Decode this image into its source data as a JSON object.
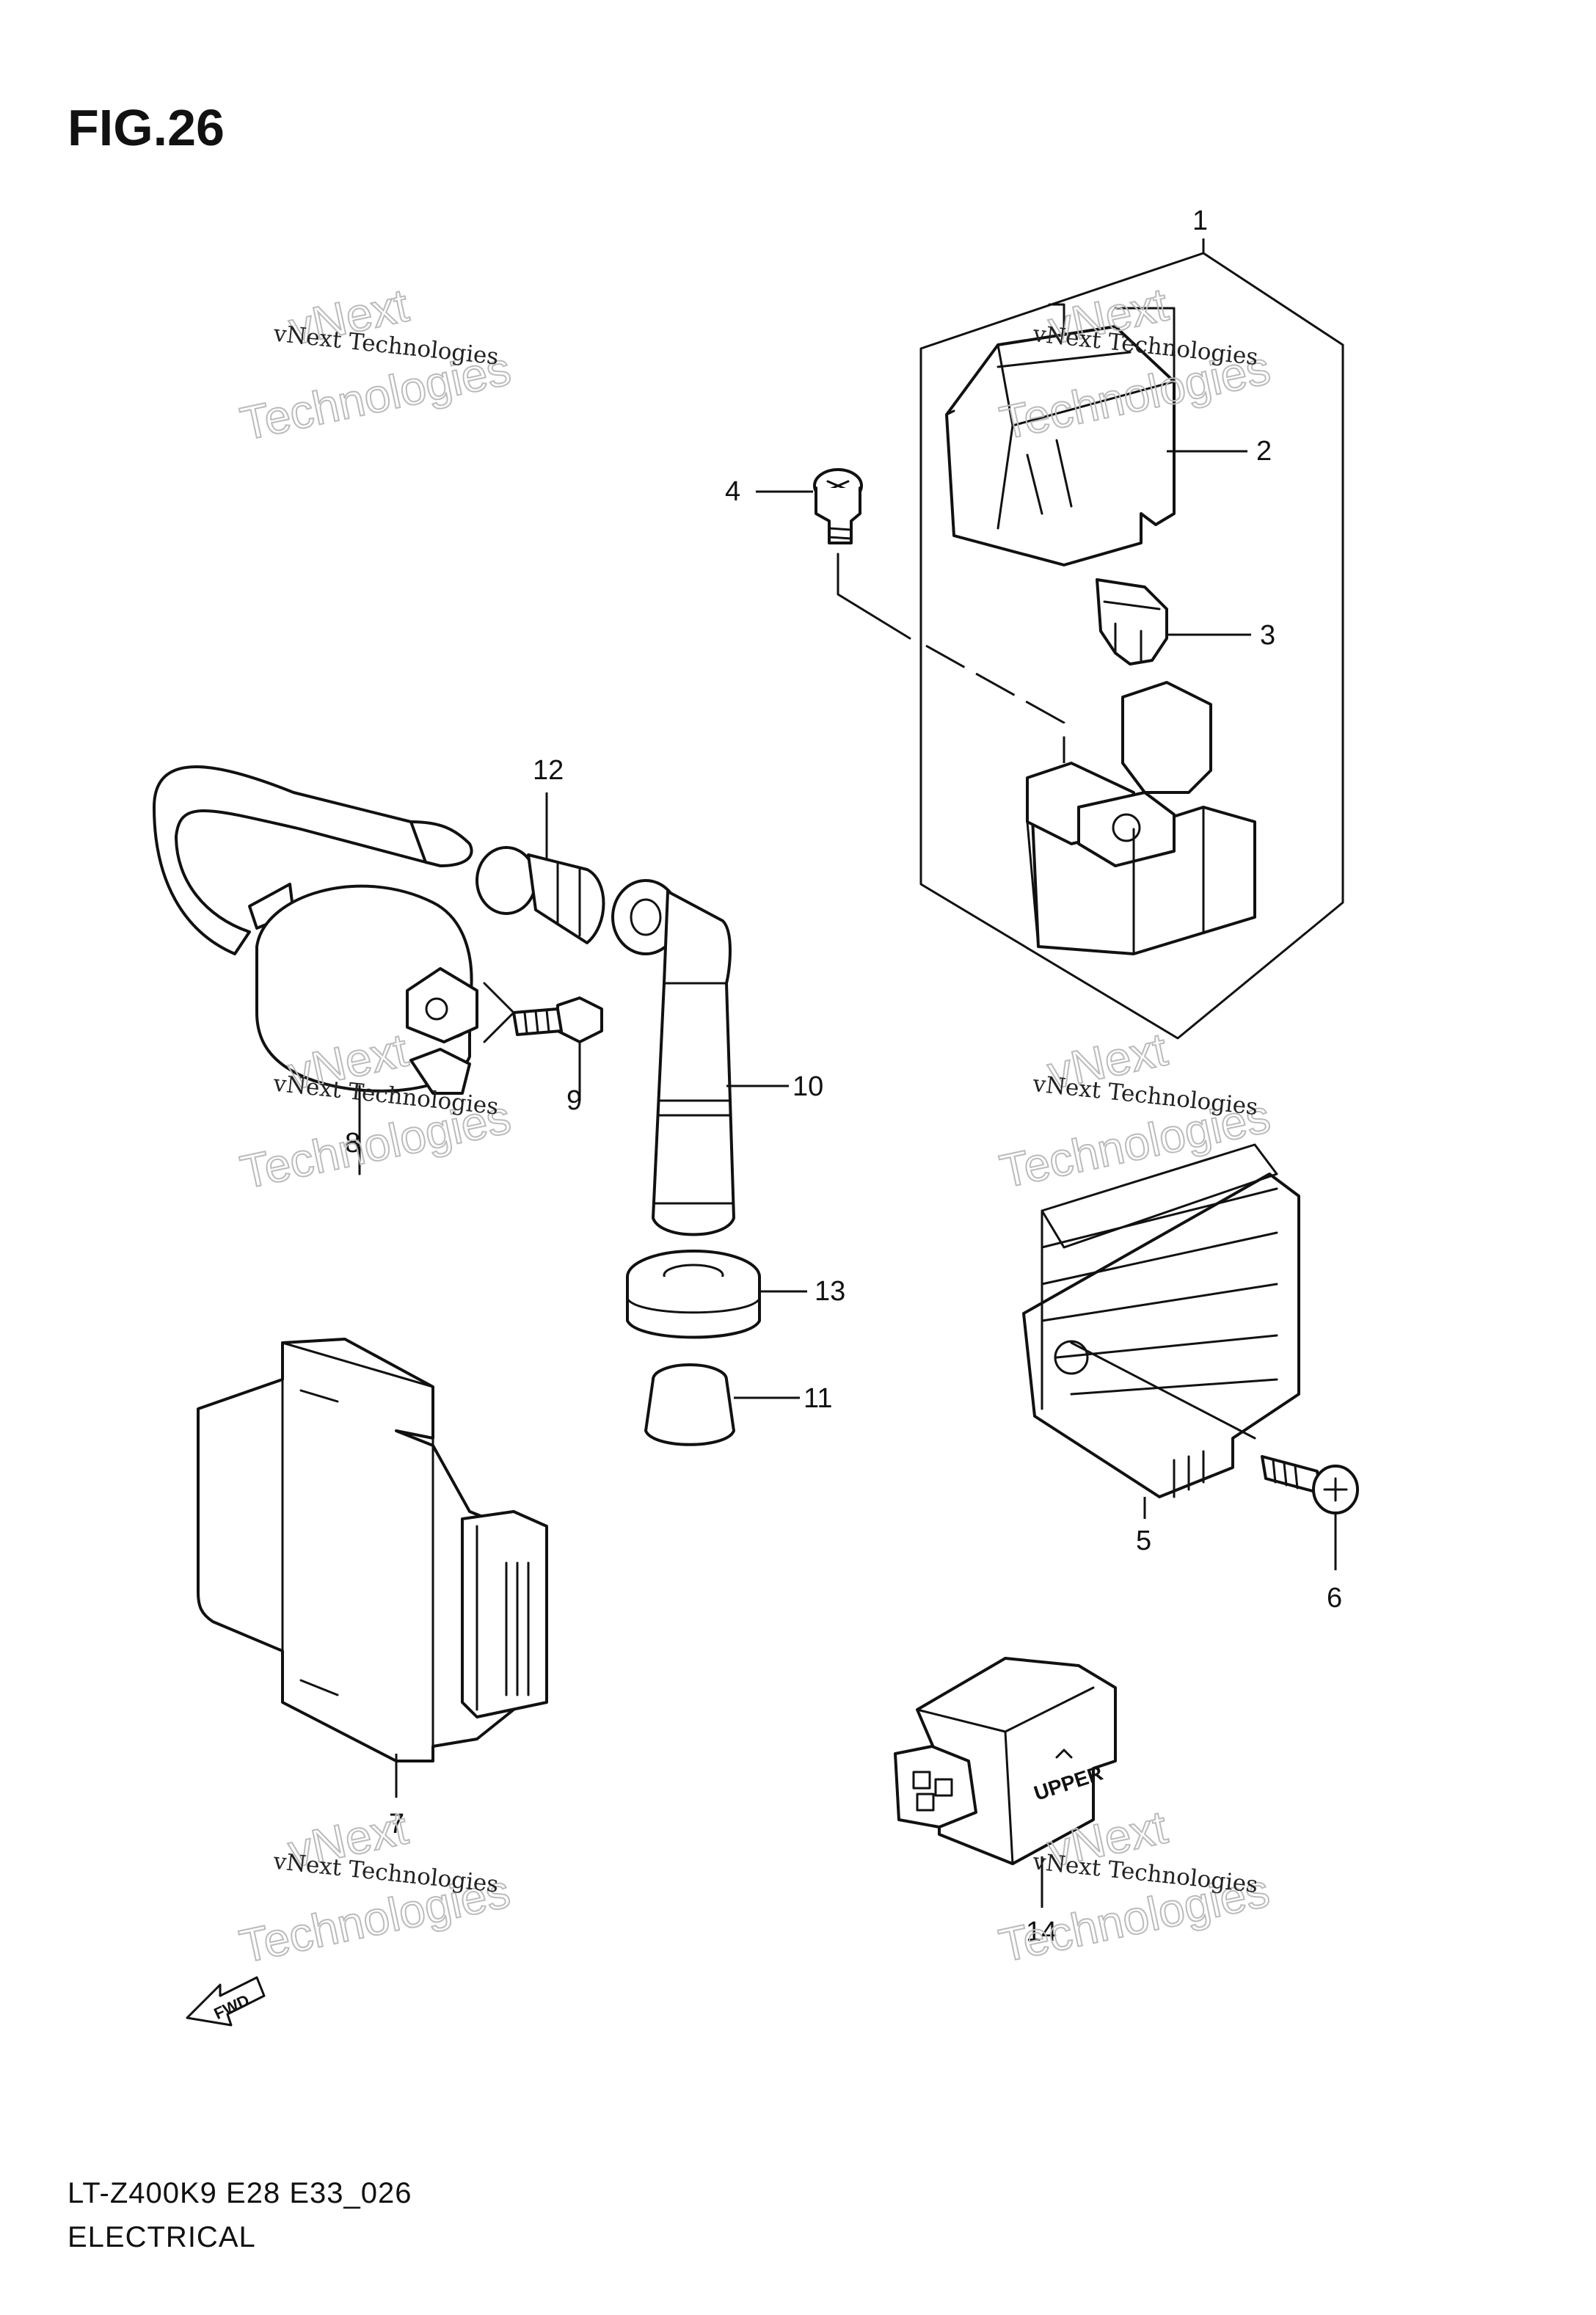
{
  "figure": {
    "title": "FIG.26",
    "model_code": "LT-Z400K9 E28 E33_026",
    "section_name": "ELECTRICAL",
    "direction_label": "FWD",
    "connector_label": "UPPER"
  },
  "callouts": {
    "c1": "1",
    "c2": "2",
    "c3": "3",
    "c4": "4",
    "c5": "5",
    "c6": "6",
    "c7": "7",
    "c8": "8",
    "c9": "9",
    "c10": "10",
    "c11": "11",
    "c12": "12",
    "c13": "13",
    "c14": "14"
  },
  "watermark": {
    "line1": "vNext Technologies",
    "line2": "Technologies",
    "line3": "vNext"
  }
}
